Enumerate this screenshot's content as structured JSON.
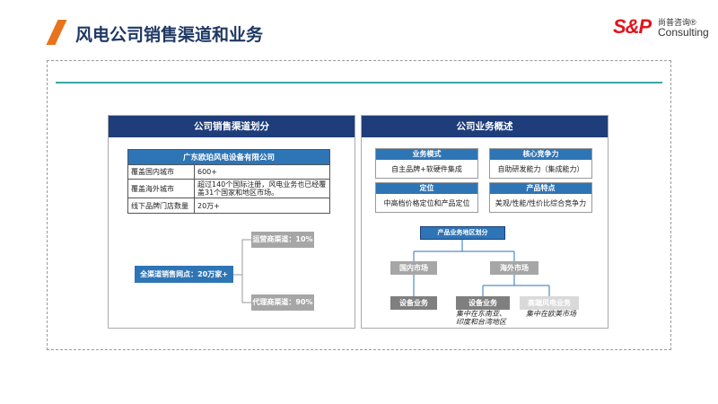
{
  "header": {
    "title": "风电公司销售渠道和业务",
    "logo_mark": "S&P",
    "logo_cn": "尚普咨询®",
    "logo_en": "Consulting"
  },
  "left": {
    "title": "公司销售渠道划分",
    "table": {
      "header": "广东欧珀风电设备有限公司",
      "rows": [
        [
          "覆盖国内城市",
          "600+"
        ],
        [
          "覆盖海外城市",
          "超过140个国际注册，风电业务也已经覆盖31个国家和地区市场。"
        ],
        [
          "线下品牌门店数量",
          "20万+"
        ]
      ]
    },
    "tree": {
      "root": "全渠道销售网点：20万家+",
      "branches": [
        "运营商渠道：10%",
        "代理商渠道：90%"
      ]
    }
  },
  "right": {
    "title": "公司业务概述",
    "cards": [
      {
        "head": "业务模式",
        "body": "自主品牌+软硬件集成"
      },
      {
        "head": "核心竞争力",
        "body": "自助研发能力（集成能力）"
      },
      {
        "head": "定位",
        "body": "中高档价格定位和产品定位"
      },
      {
        "head": "产品特点",
        "body": "美观/性能/性价比综合竞争力"
      }
    ],
    "region": {
      "root": "产品业务地区划分",
      "domestic": "国内市场",
      "overseas": "海外市场",
      "dom_biz": "设备业务",
      "ovs_biz1": "设备业务",
      "ovs_biz2": "高端风电业务",
      "note1": "集中在东南亚、印度和台湾地区",
      "note2": "集中在欧美市场"
    }
  },
  "colors": {
    "accent": "#e8731c",
    "navy": "#1f3d7a",
    "blue": "#2e75b6",
    "teal": "#3aa6a6"
  }
}
